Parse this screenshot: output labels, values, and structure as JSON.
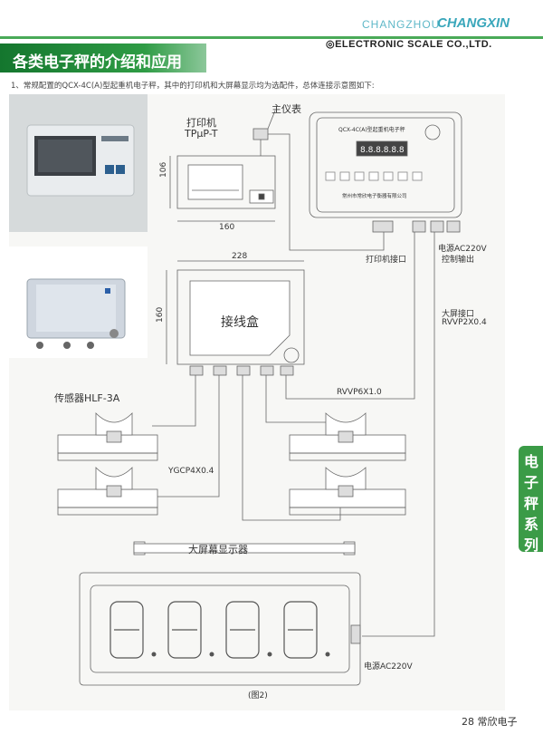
{
  "header": {
    "company_light": "CHANGZHOU",
    "company_bold": "CHANGXIN",
    "company_en": "◎ELECTRONIC SCALE CO.,LTD."
  },
  "title": "各类电子秤的介绍和应用",
  "intro": "1、常规配置的QCX-4C(A)型起重机电子秤，其中的打印机和大屏幕显示均为选配件，总体连接示意图如下:",
  "diagram": {
    "printer_label": "打印机",
    "printer_model": "TPμP-T",
    "printer_height": "106",
    "printer_width": "160",
    "main_unit_label": "主仪表",
    "main_unit_title": "QCX-4C(A)型起重机电子秤",
    "main_unit_maker": "常州市常欣电子衡器有限公司",
    "power_label_1": "电源AC220V",
    "control_out": "控制输出",
    "printer_port": "打印机接口",
    "screen_port": "大屏接口",
    "screen_cable": "RVVP2X0.4",
    "junction_box": "接线盒",
    "box_width": "228",
    "box_height": "160",
    "cable_main": "RVVP6X1.0",
    "sensor_label": "传感器HLF-3A",
    "sensor_cable": "YGCP4X0.4",
    "big_screen_label": "大屏幕显示器",
    "power_label_2": "电源AC220V",
    "figure_caption": "(图2)"
  },
  "side_tab": "电子秤系列",
  "footer": "28 常欣电子"
}
